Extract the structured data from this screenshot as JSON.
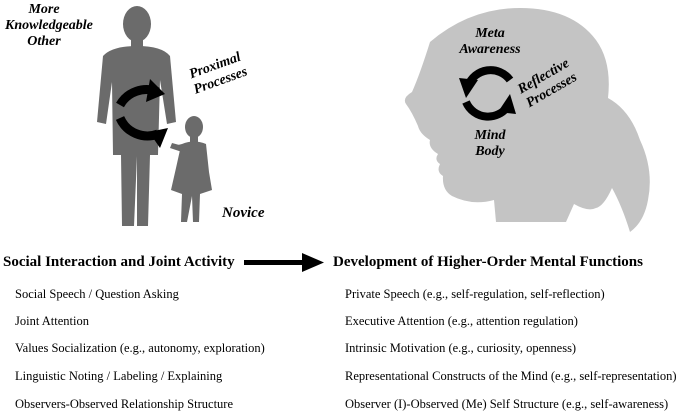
{
  "left_figure": {
    "mko_line1": "More",
    "mko_line2": "Knowledgeable",
    "mko_line3": "Other",
    "process_line1": "Proximal",
    "process_line2": "Processes",
    "novice": "Novice",
    "silhouette_color": "#6b6b6b"
  },
  "right_figure": {
    "meta_line1": "Meta",
    "meta_line2": "Awareness",
    "process_line1": "Reflective",
    "process_line2": "Processes",
    "mind": "Mind",
    "body": "Body",
    "silhouette_color": "#c4c4c4"
  },
  "left_column": {
    "heading": "Social Interaction and Joint Activity",
    "items": [
      "Social Speech / Question Asking",
      "Joint Attention",
      "Values Socialization (e.g., autonomy, exploration)",
      "Linguistic Noting / Labeling / Explaining",
      "Observers-Observed Relationship Structure"
    ]
  },
  "right_column": {
    "heading": "Development of Higher-Order Mental Functions",
    "items": [
      "Private Speech (e.g., self-regulation, self-reflection)",
      "Executive Attention (e.g., attention regulation)",
      "Intrinsic Motivation (e.g., curiosity, openness)",
      "Representational Constructs of the Mind (e.g., self-representation)",
      "Observer (I)-Observed (Me) Self Structure (e.g., self-awareness)"
    ]
  }
}
